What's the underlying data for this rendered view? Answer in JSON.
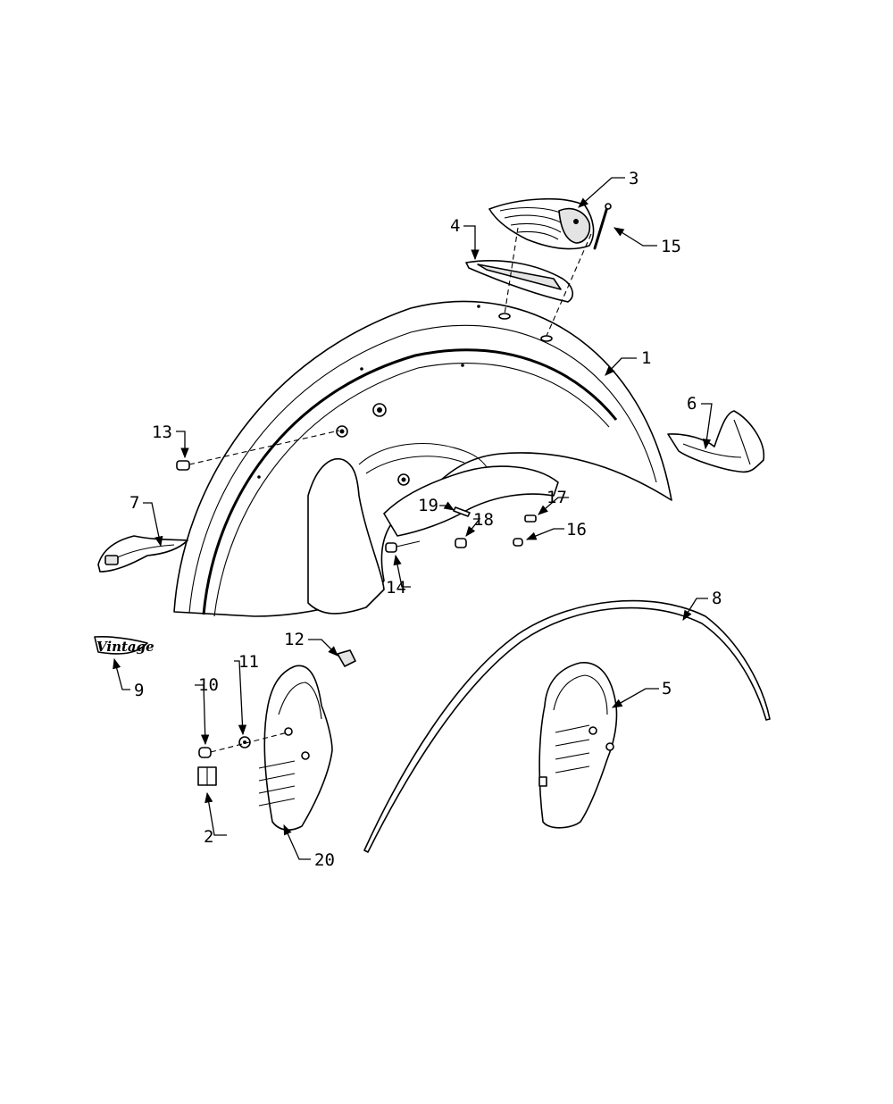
{
  "callouts": {
    "c1": "1",
    "c2": "2",
    "c3": "3",
    "c4": "4",
    "c5": "5",
    "c6": "6",
    "c7": "7",
    "c8": "8",
    "c9": "9",
    "c10": "10",
    "c11": "11",
    "c12": "12",
    "c13": "13",
    "c14": "14",
    "c15": "15",
    "c16": "16",
    "c17": "17",
    "c18": "18",
    "c19": "19",
    "c20": "20"
  },
  "badge": {
    "script_text": "Vintage"
  }
}
